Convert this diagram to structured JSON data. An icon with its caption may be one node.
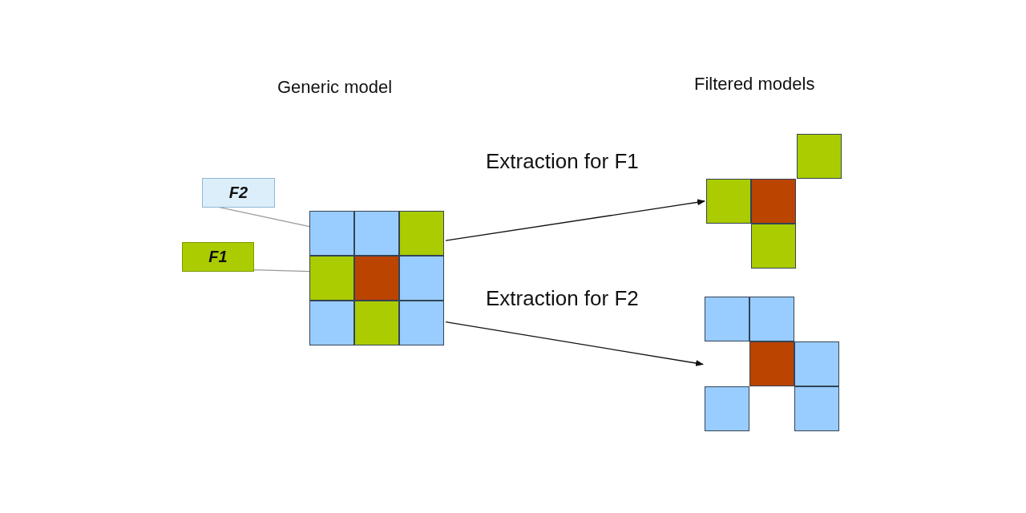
{
  "diagram": {
    "nodes": [
      {
        "text": [
          "F2"
        ]
      },
      {
        "text": [
          "F1"
        ]
      },
      {
        "text": [],
        "shape": "box"
      },
      {
        "text": [],
        "shape": "box",
        "in": 2
      },
      {
        "text": [],
        "shape": "box",
        "in": 2
      },
      {
        "text": [],
        "shape": "box",
        "in": 2
      },
      {
        "text": [],
        "shape": "box",
        "in": 2
      },
      {
        "text": [],
        "shape": "box",
        "in": 2
      },
      {
        "text": [],
        "shape": "box",
        "in": 2
      },
      {
        "text": [],
        "shape": "box",
        "in": 2
      },
      {
        "text": [],
        "shape": "box",
        "in": 2
      },
      {
        "text": [],
        "shape": "box",
        "in": 2
      },
      {
        "text": [],
        "shape": "box"
      },
      {
        "text": [],
        "shape": "box",
        "in": 12
      },
      {
        "text": [],
        "shape": "box",
        "in": 12
      },
      {
        "text": [],
        "shape": "box",
        "in": 12
      },
      {
        "text": [],
        "shape": "box",
        "in": 12
      },
      {
        "text": [],
        "shape": "box"
      },
      {
        "text": [],
        "shape": "box",
        "in": 17
      },
      {
        "text": [],
        "shape": "box",
        "in": 17
      },
      {
        "text": [],
        "shape": "box",
        "in": 17
      },
      {
        "text": [],
        "shape": "box",
        "in": 17
      },
      {
        "text": [],
        "shape": "box",
        "in": 17
      },
      {
        "text": [],
        "shape": "box",
        "in": 17
      }
    ],
    "edges": [
      {
        "from": 0,
        "to": 3,
        "arrow": "none",
        "color": "#999999"
      },
      {
        "from": 1,
        "to": 6,
        "arrow": "none",
        "color": "#999999"
      },
      {
        "from": 2,
        "to": 12,
        "arrow": "to",
        "label": "Extraction for F1",
        "color": "#111111"
      },
      {
        "from": 2,
        "to": 17,
        "arrow": "to",
        "label": "Extraction for F2",
        "color": "#111111"
      }
    ],
    "labels": [
      "Generic model",
      "Filtered models"
    ]
  }
}
